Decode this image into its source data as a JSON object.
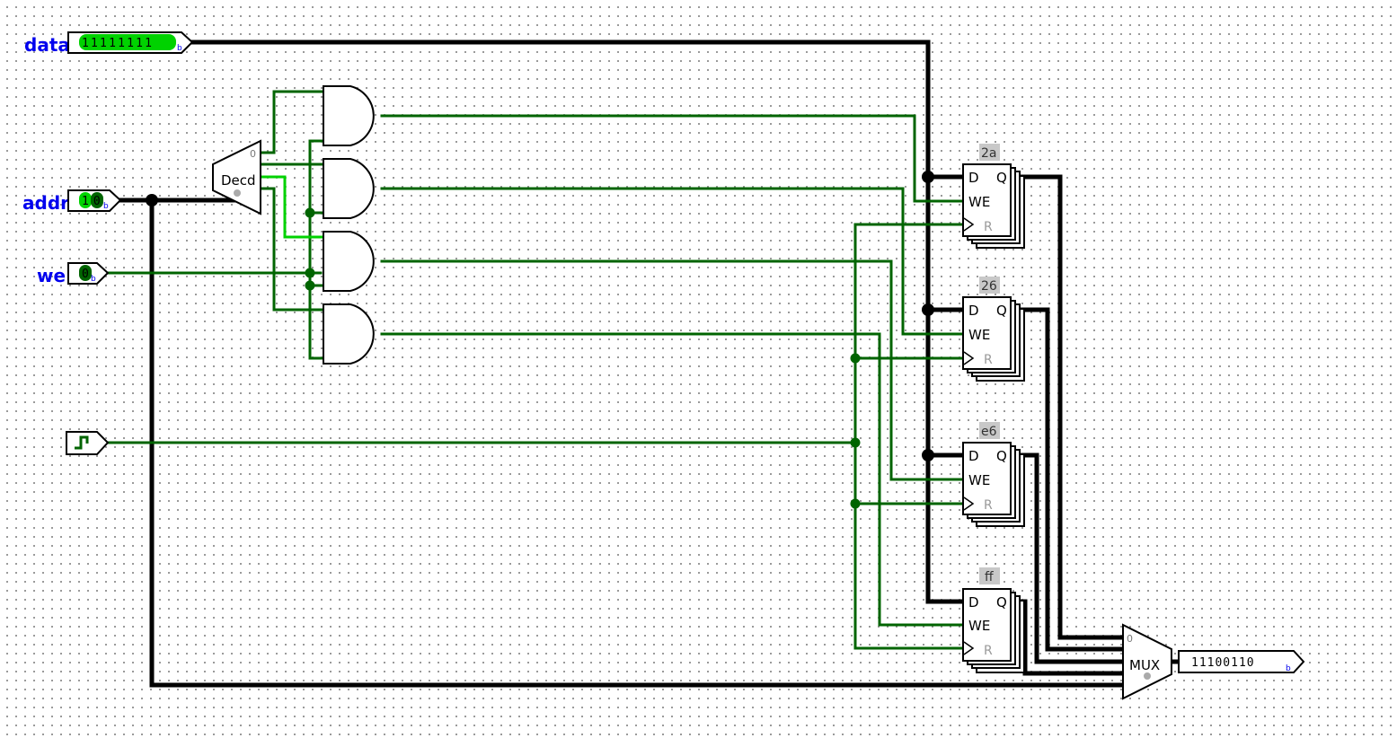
{
  "inputs": {
    "data": {
      "label": "data",
      "bits": "11111111",
      "radix": "b"
    },
    "addr": {
      "label": "addr",
      "bits": "10",
      "radix": "b"
    },
    "we": {
      "label": "we",
      "bits": "0",
      "radix": "b"
    }
  },
  "decoder": {
    "label": "Decd",
    "first_output": "0"
  },
  "registers": [
    {
      "value": "2a",
      "port_d": "D",
      "port_q": "Q",
      "port_we": "WE",
      "port_r": "R"
    },
    {
      "value": "26",
      "port_d": "D",
      "port_q": "Q",
      "port_we": "WE",
      "port_r": "R"
    },
    {
      "value": "e6",
      "port_d": "D",
      "port_q": "Q",
      "port_we": "WE",
      "port_r": "R"
    },
    {
      "value": "ff",
      "port_d": "D",
      "port_q": "Q",
      "port_we": "WE",
      "port_r": "R"
    }
  ],
  "mux": {
    "label": "MUX",
    "first_input": "0"
  },
  "output": {
    "bits": "11100110",
    "radix": "b"
  },
  "colors": {
    "wire_bus": "#000000",
    "wire_low": "#006400",
    "wire_high": "#00d200",
    "input_high_fill": "#00d200",
    "input_low_fill": "#006400",
    "pin_label": "#0000ee"
  }
}
